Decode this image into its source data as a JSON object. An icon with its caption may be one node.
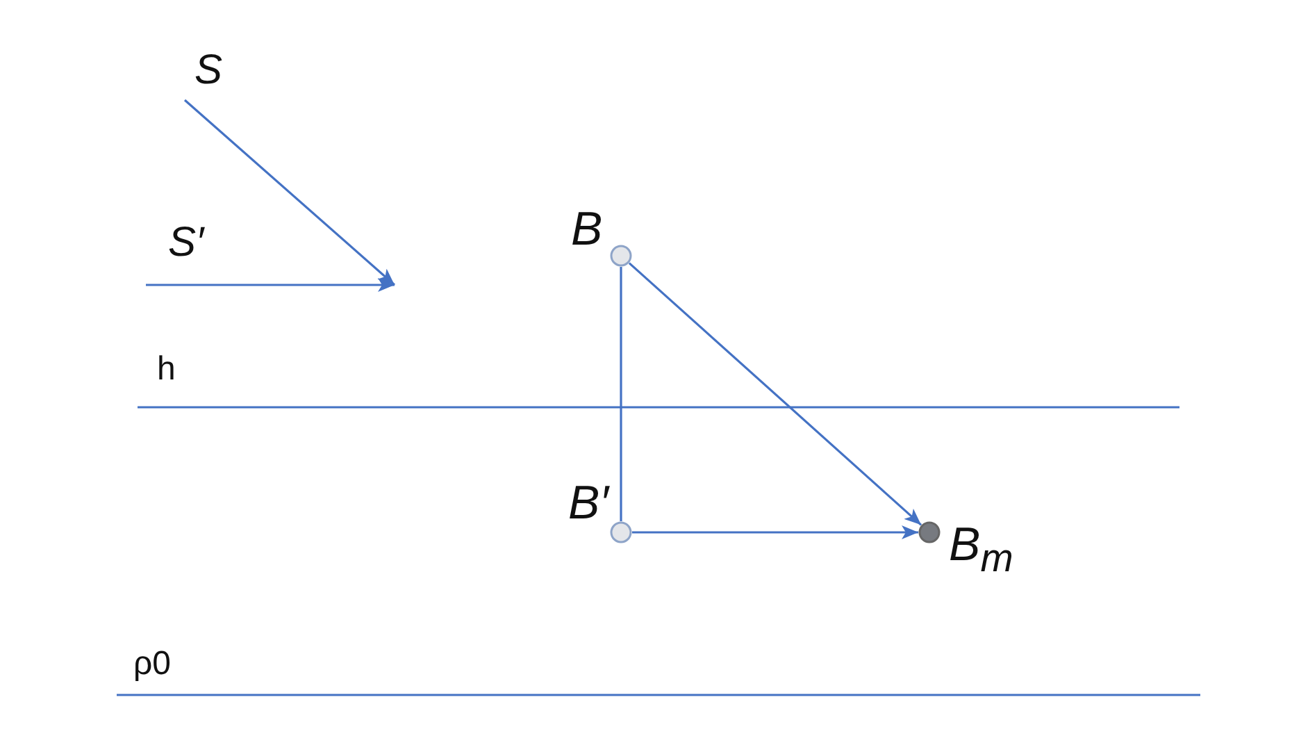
{
  "diagram": {
    "nodes": [
      {
        "text": [
          "S"
        ]
      },
      {
        "text": [
          "S′"
        ]
      },
      {
        "text": [
          "B"
        ]
      },
      {
        "text": [
          "B′"
        ]
      },
      {
        "text": [
          "B$_{m}$"
        ]
      }
    ],
    "edges": [
      {
        "from": 0,
        "to": null,
        "arrow": "to"
      },
      {
        "from": 1,
        "to": null,
        "arrow": "to"
      },
      {
        "from": 2,
        "to": 3,
        "arrow": "none"
      },
      {
        "from": 2,
        "to": 4,
        "arrow": "to"
      },
      {
        "from": 3,
        "to": 4,
        "arrow": "to"
      }
    ],
    "labels": [
      "h",
      "ρ0"
    ]
  }
}
